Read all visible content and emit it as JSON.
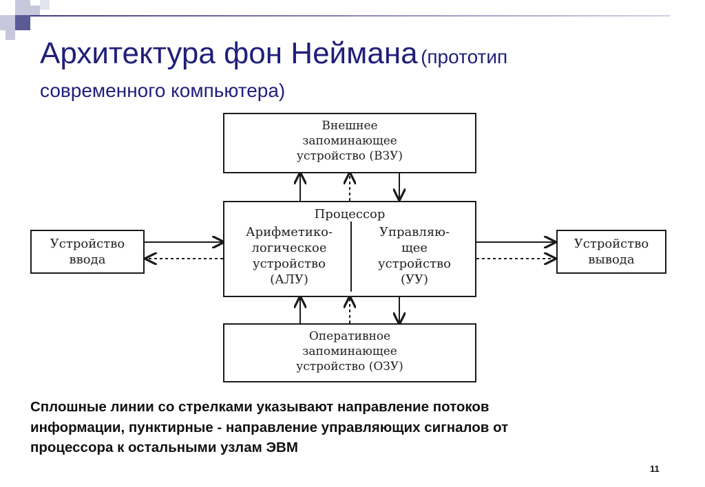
{
  "slide": {
    "title_main": "Архитектура фон Неймана",
    "title_sub_a": "(прототип",
    "title_sub_b": "современного компьютера)",
    "page_number": "11",
    "accent_color": "#1f1f7a"
  },
  "diagram": {
    "vzu": {
      "line1": "Внешнее",
      "line2": "запоминающее",
      "line3": "устройство (ВЗУ)"
    },
    "processor": {
      "title": "Процессор",
      "alu": {
        "line1": "Арифметико-",
        "line2": "логическое",
        "line3": "устройство",
        "line4": "(АЛУ)"
      },
      "uu": {
        "line1": "Управляю-",
        "line2": "щее",
        "line3": "устройство",
        "line4": "(УУ)"
      }
    },
    "input": {
      "line1": "Устройство",
      "line2": "ввода"
    },
    "output": {
      "line1": "Устройство",
      "line2": "вывода"
    },
    "ozu": {
      "line1": "Оперативное",
      "line2": "запоминающее",
      "line3": "устройство (ОЗУ)"
    }
  },
  "caption": {
    "line1": "Сплошные линии со стрелками указывают направление потоков",
    "line2": "информации, пунктирные - направление управляющих сигналов от",
    "line3": "процессора к остальными узлам ЭВМ"
  }
}
